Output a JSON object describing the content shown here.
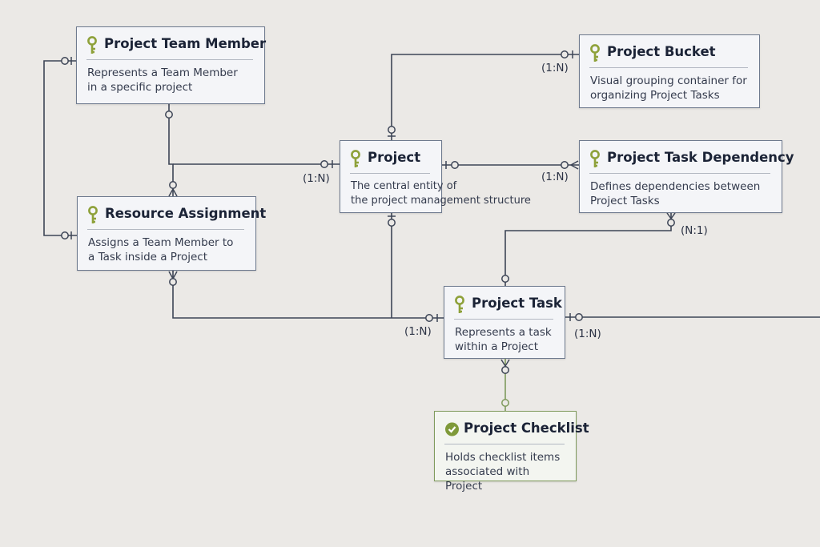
{
  "colors": {
    "line": "#3d4556",
    "accent": "#8ea13a",
    "check_line": "#7f9a5c",
    "background": "#ebe9e6"
  },
  "entities": {
    "team_member": {
      "title": "Project Team Member",
      "desc": "Represents a Team Member\nin a specific project",
      "icon": "key-icon"
    },
    "bucket": {
      "title": "Project Bucket",
      "desc": "Visual grouping container for\norganizing Project Tasks",
      "icon": "key-icon"
    },
    "project": {
      "title": "Project",
      "desc": "The central entity of\nthe project management structure",
      "icon": "key-icon"
    },
    "dependency": {
      "title": "Project Task Dependency",
      "desc": "Defines dependencies between\nProject Tasks",
      "icon": "key-icon"
    },
    "resource": {
      "title": "Resource Assignment",
      "desc": "Assigns a Team Member to\na Task inside a Project",
      "icon": "key-icon"
    },
    "task": {
      "title": "Project Task",
      "desc": "Represents a task\nwithin a Project",
      "icon": "key-icon"
    },
    "checklist": {
      "title": "Project Checklist",
      "desc": "Holds checklist items\nassociated with Project",
      "icon": "check-circle-icon"
    }
  },
  "cardinalities": {
    "bucket_link": "(1:N)",
    "project_left": "(1:N)",
    "dependency_link": "(1:N)",
    "dependency_task": "(N:1)",
    "task_left": "(1:N)",
    "task_right": "(1:N)"
  }
}
